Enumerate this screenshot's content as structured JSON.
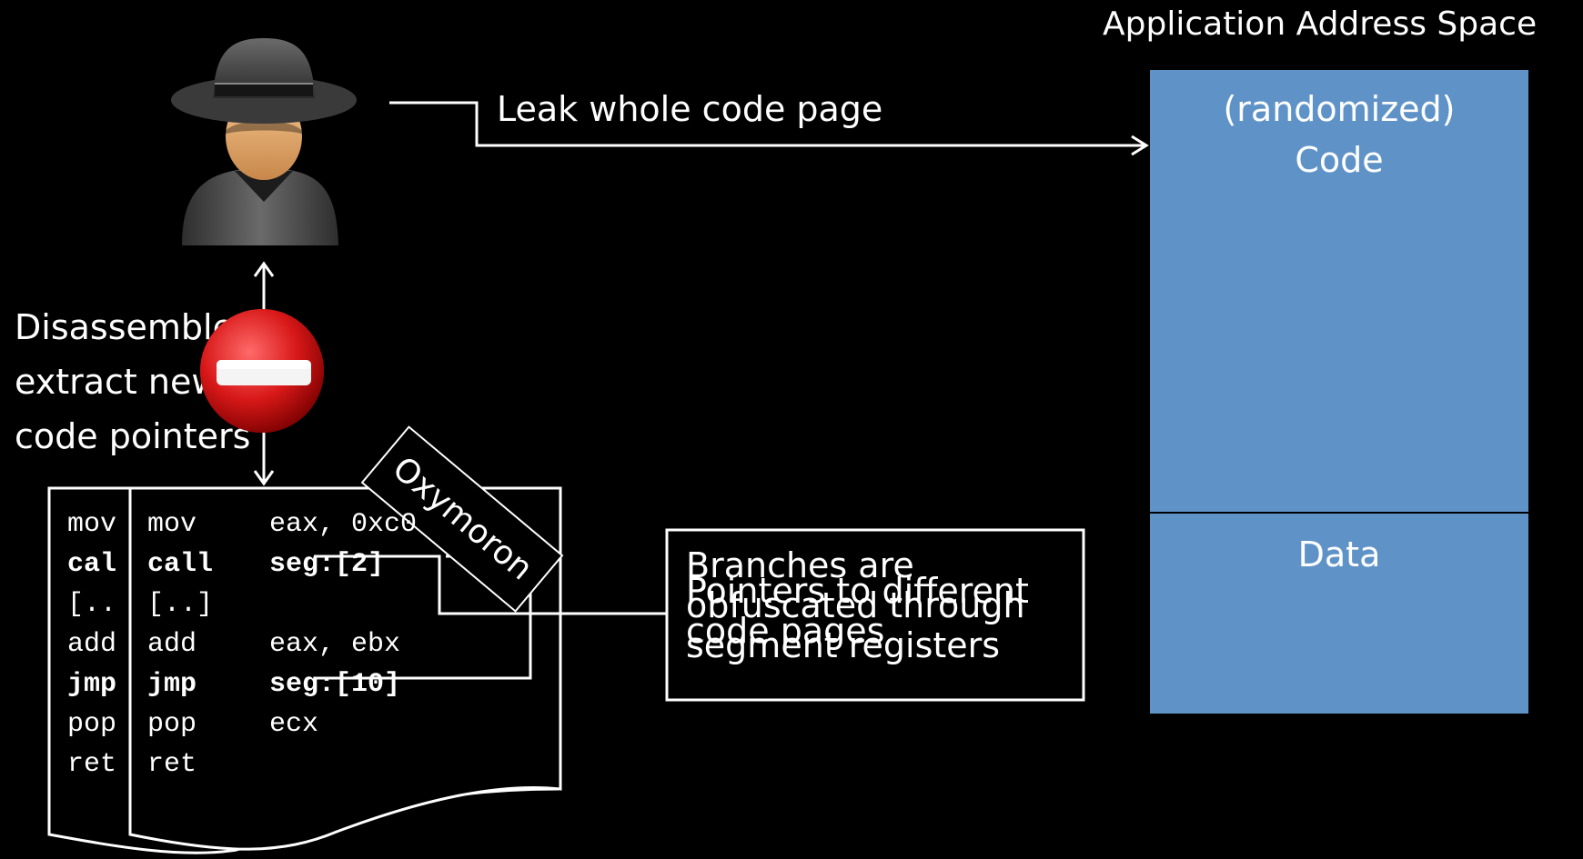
{
  "address_space": {
    "title": "Application Address Space",
    "code_label_line1": "(randomized)",
    "code_label_line2": "Code",
    "data_label": "Data",
    "code_color": "#5f93c8",
    "data_color": "#5f93c8"
  },
  "attacker": {
    "leak_label": "Leak whole code page",
    "disassemble_lines": [
      "Disassemble,",
      "extract new",
      "code pointers"
    ]
  },
  "oxymoron_label": "Oxymoron",
  "branches_box": {
    "text_overlap_a": [
      "Branches are",
      "obfuscated through",
      "segment registers"
    ],
    "text_overlap_b": [
      "Pointers to different",
      "code pages"
    ]
  },
  "code_listing": {
    "back": [
      {
        "op": "mov",
        "bold": false
      },
      {
        "op": "cal",
        "bold": true
      },
      {
        "op": "[..",
        "bold": false
      },
      {
        "op": "add",
        "bold": false
      },
      {
        "op": "jmp",
        "bold": true
      },
      {
        "op": "pop",
        "bold": false
      },
      {
        "op": "ret",
        "bold": false
      }
    ],
    "front": [
      {
        "op": "mov",
        "arg": "eax, 0xc0",
        "bold": false
      },
      {
        "op": "call",
        "arg": "seg:[2]",
        "bold": true
      },
      {
        "op": "[..]",
        "arg": "",
        "bold": false
      },
      {
        "op": "add",
        "arg": "eax, ebx",
        "bold": false
      },
      {
        "op": "jmp",
        "arg": "seg:[10]",
        "bold": true
      },
      {
        "op": "pop",
        "arg": "ecx",
        "bold": false
      },
      {
        "op": "ret",
        "arg": "",
        "bold": false
      }
    ]
  },
  "icons": [
    "spy-attacker-icon",
    "no-entry-icon"
  ]
}
